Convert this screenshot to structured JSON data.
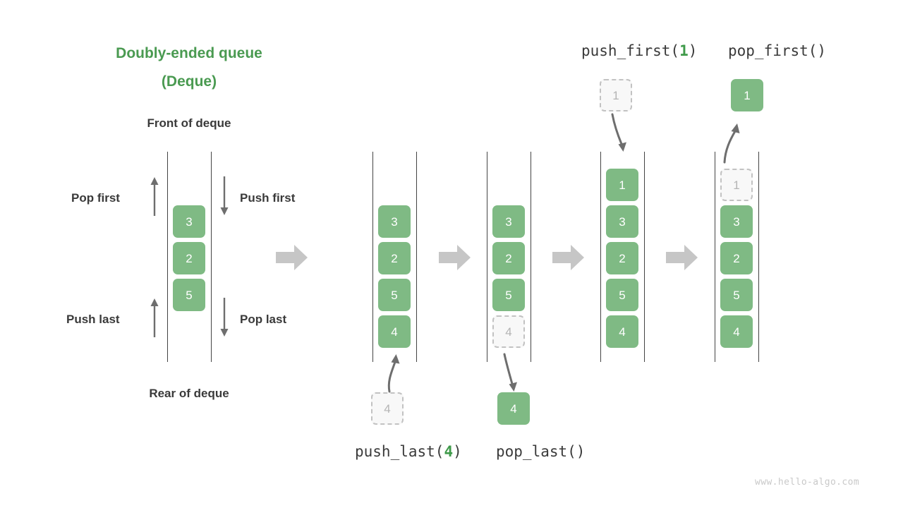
{
  "title": {
    "line1": "Doubly-ended queue",
    "line2": "(Deque)",
    "color": "#4a9a51"
  },
  "labels": {
    "front_of_deque": "Front of deque",
    "rear_of_deque": "Rear of deque",
    "pop_first": "Pop first",
    "push_first": "Push first",
    "push_last": "Push last",
    "pop_last": "Pop last"
  },
  "operations": {
    "push_first": {
      "name": "push_first(",
      "arg": "1",
      "close": ")"
    },
    "pop_first": {
      "name": "pop_first()"
    },
    "push_last": {
      "name": "push_last(",
      "arg": "4",
      "close": ")"
    },
    "pop_last": {
      "name": "pop_last()"
    }
  },
  "colors": {
    "element_fill": "#7fba84",
    "element_text": "#ffffff",
    "ghost_fill": "#f8f8f8",
    "ghost_border": "#c2c2c2",
    "ghost_text": "#b4b4b4",
    "rail": "#444444",
    "block_arrow": "#c6c6c6",
    "motion_arrow": "#6e6e6e",
    "label_text": "#3a3a3a",
    "accent_green": "#3f9a4a",
    "watermark": "#c9c9c9"
  },
  "stages": [
    {
      "id": "legend-deque",
      "name": "legend",
      "elements": [
        {
          "value": "3",
          "state": "solid"
        },
        {
          "value": "2",
          "state": "solid"
        },
        {
          "value": "5",
          "state": "solid"
        }
      ]
    },
    {
      "id": "stage-initial",
      "name": "after-push-last",
      "elements": [
        {
          "value": "3",
          "state": "solid"
        },
        {
          "value": "2",
          "state": "solid"
        },
        {
          "value": "5",
          "state": "solid"
        },
        {
          "value": "4",
          "state": "solid"
        }
      ],
      "floating": {
        "value": "4",
        "state": "ghost",
        "position": "below"
      }
    },
    {
      "id": "stage-pop-last",
      "name": "pop-last",
      "elements": [
        {
          "value": "3",
          "state": "solid"
        },
        {
          "value": "2",
          "state": "solid"
        },
        {
          "value": "5",
          "state": "solid"
        },
        {
          "value": "4",
          "state": "ghost"
        }
      ],
      "floating": {
        "value": "4",
        "state": "solid",
        "position": "below"
      }
    },
    {
      "id": "stage-push-first",
      "name": "push-first",
      "elements": [
        {
          "value": "1",
          "state": "solid"
        },
        {
          "value": "3",
          "state": "solid"
        },
        {
          "value": "2",
          "state": "solid"
        },
        {
          "value": "5",
          "state": "solid"
        },
        {
          "value": "4",
          "state": "solid"
        }
      ],
      "floating": {
        "value": "1",
        "state": "ghost",
        "position": "above"
      }
    },
    {
      "id": "stage-pop-first",
      "name": "pop-first",
      "elements": [
        {
          "value": "1",
          "state": "ghost"
        },
        {
          "value": "3",
          "state": "solid"
        },
        {
          "value": "2",
          "state": "solid"
        },
        {
          "value": "5",
          "state": "solid"
        },
        {
          "value": "4",
          "state": "solid"
        }
      ],
      "floating": {
        "value": "1",
        "state": "solid",
        "position": "above"
      }
    }
  ],
  "watermark": "www.hello-algo.com"
}
